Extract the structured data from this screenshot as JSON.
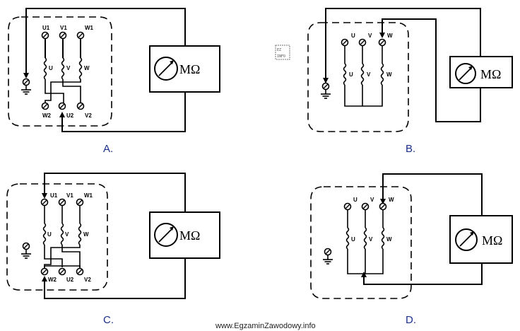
{
  "meter_label": "MΩ",
  "footer_url": "www.EgzaminZawodowy.info",
  "watermark_text": "EZ INFO",
  "options": [
    {
      "letter": "A.",
      "terminals_top": [
        "U1",
        "V1",
        "W1"
      ],
      "terminals_bottom": [
        "W2",
        "U2",
        "V2"
      ],
      "coils": [
        "U",
        "V",
        "W"
      ]
    },
    {
      "letter": "B.",
      "terminals_top": [
        "U",
        "V",
        "W"
      ],
      "coils": [
        "U",
        "V",
        "W"
      ]
    },
    {
      "letter": "C.",
      "terminals_top": [
        "U1",
        "V1",
        "W1"
      ],
      "terminals_bottom": [
        "W2",
        "U2",
        "V2"
      ],
      "coils": [
        "U",
        "V",
        "W"
      ]
    },
    {
      "letter": "D.",
      "terminals_top": [
        "U",
        "V",
        "W"
      ],
      "coils": [
        "U",
        "V",
        "W"
      ]
    }
  ]
}
